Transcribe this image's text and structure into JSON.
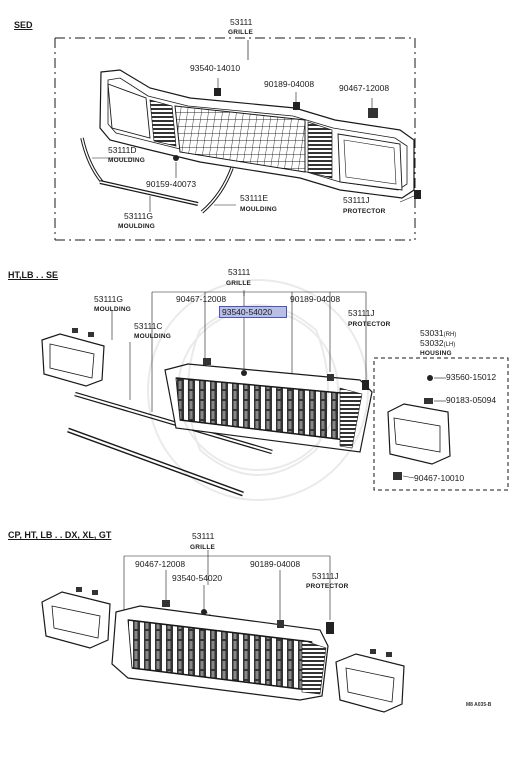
{
  "sections": {
    "sed": "SED",
    "ht_lb_se": "HT,LB . . SE",
    "cp_ht_lb": "CP, HT, LB . . DX, XL, GT"
  },
  "part_numbers": {
    "grille": "53111",
    "clip_a": "93540-14010",
    "nut_a": "90189-04008",
    "clip_b": "90467-12008",
    "moulding_d": "53111D",
    "screw_a": "90159-40073",
    "moulding_e": "53111E",
    "moulding_g": "53111G",
    "protector": "53111J",
    "moulding_c": "53111C",
    "clip_highlight": "93540-54020",
    "housing_rh": "53031",
    "housing_lh": "53032",
    "housing_screw": "93560-15012",
    "housing_nut": "90183-05094",
    "housing_clip": "90467-10010"
  },
  "descriptions": {
    "grille": "GRILLE",
    "moulding": "MOULDING",
    "protector": "PROTECTOR",
    "housing": "HOUSING",
    "rh": "(RH)",
    "lh": "(LH)"
  },
  "diagram_code": "M8 A035-B",
  "colors": {
    "highlight_fill": "#b9bfe4",
    "highlight_border": "#4a56b8",
    "line": "#1a1a1a"
  }
}
